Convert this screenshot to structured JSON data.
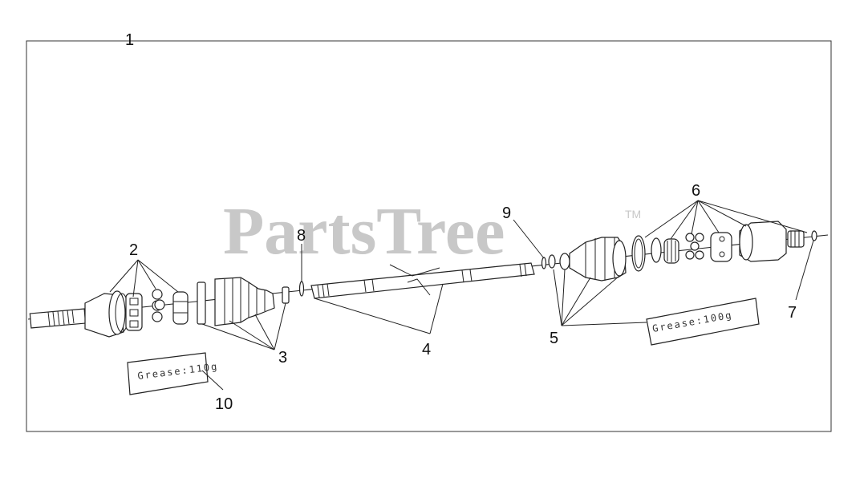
{
  "watermark": {
    "text": "PartsTree",
    "tm": "TM"
  },
  "callouts": [
    "1",
    "2",
    "3",
    "4",
    "5",
    "6",
    "7",
    "8",
    "9",
    "10"
  ],
  "grease_labels": {
    "left": "Grease:110g",
    "right": "Grease:100g"
  }
}
